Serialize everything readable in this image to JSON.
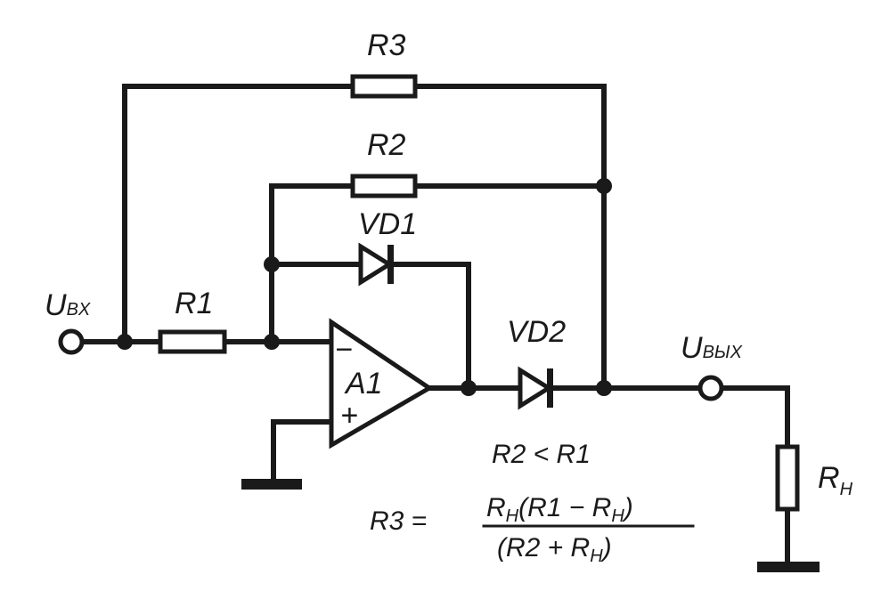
{
  "labels": {
    "r1": "R1",
    "r2": "R2",
    "r3": "R3",
    "vd1": "VD1",
    "vd2": "VD2",
    "a1": "A1",
    "minus": "−",
    "plus": "+",
    "u_in_main": "U",
    "u_in_sub": "BX",
    "u_out_main": "U",
    "u_out_sub": "BЫX",
    "rn_main": "R",
    "rn_sub": "H"
  },
  "formulas": {
    "condition": "R2  <  R1",
    "r3_lhs": "R3  =",
    "num_r": "R",
    "num_h1": "H",
    "num_mid": "(R1  −  R",
    "num_h2": "H",
    "num_end": ")",
    "den_open": "(R2  +  R",
    "den_h": "H",
    "den_end": ")"
  }
}
